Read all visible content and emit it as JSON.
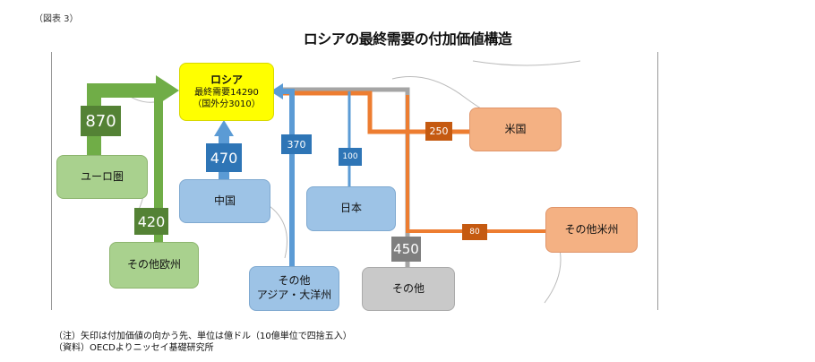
{
  "figure_label": "（図表 3）",
  "title": "ロシアの最終需要の付加価値構造",
  "russia": {
    "name": "ロシア",
    "demand": "最終需要14290",
    "foreign": "（国外分3010）"
  },
  "regions": {
    "eurozone": "ユーロ圏",
    "other_europe": "その他欧州",
    "china": "中国",
    "other_asia_line1": "その他",
    "other_asia_line2": "アジア・大洋州",
    "japan": "日本",
    "other": "その他",
    "us": "米国",
    "other_americas": "その他米州"
  },
  "flows": {
    "eurozone": "870",
    "other_europe": "420",
    "china": "470",
    "other_asia": "370",
    "japan": "100",
    "other": "450",
    "us": "250",
    "other_americas": "80"
  },
  "colors": {
    "green": "#70ad47",
    "blue": "#5b9bd5",
    "gray": "#a5a5a5",
    "orange": "#ed7d31",
    "yellow": "#ffff00"
  },
  "notes": [
    "（注）矢印は付加価値の向かう先、単位は億ドル（10億単位で四捨五入）",
    "（資料）OECDよりニッセイ基礎研究所"
  ]
}
